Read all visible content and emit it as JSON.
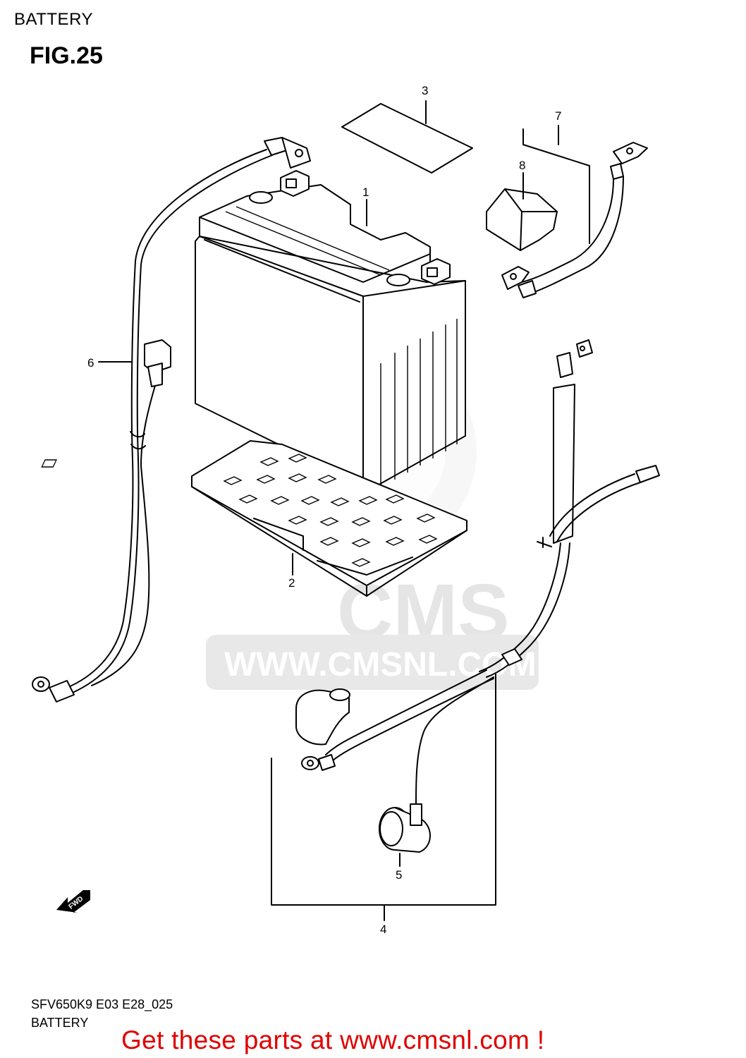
{
  "header": {
    "title": "BATTERY",
    "figure": "FIG.25"
  },
  "footer": {
    "code": "SFV650K9 E03 E28_025",
    "subtitle": "BATTERY",
    "cta": "Get these parts at www.cmsnl.com !"
  },
  "watermark": {
    "logo": "CMS",
    "url": "WWW.CMSNL.COM"
  },
  "direction_arrow": {
    "label": "FWD"
  },
  "callouts": [
    {
      "id": "1",
      "part": "battery"
    },
    {
      "id": "2",
      "part": "battery-tray"
    },
    {
      "id": "3",
      "part": "battery-label-sheet"
    },
    {
      "id": "4",
      "part": "starter-cable-assembly"
    },
    {
      "id": "5",
      "part": "starter-terminal-cap"
    },
    {
      "id": "6",
      "part": "positive-battery-lead"
    },
    {
      "id": "7",
      "part": "negative-battery-lead"
    },
    {
      "id": "8",
      "part": "terminal-cover"
    }
  ],
  "colors": {
    "line": "#000000",
    "cta": "#e00000",
    "watermark": "#d9d9d9"
  }
}
